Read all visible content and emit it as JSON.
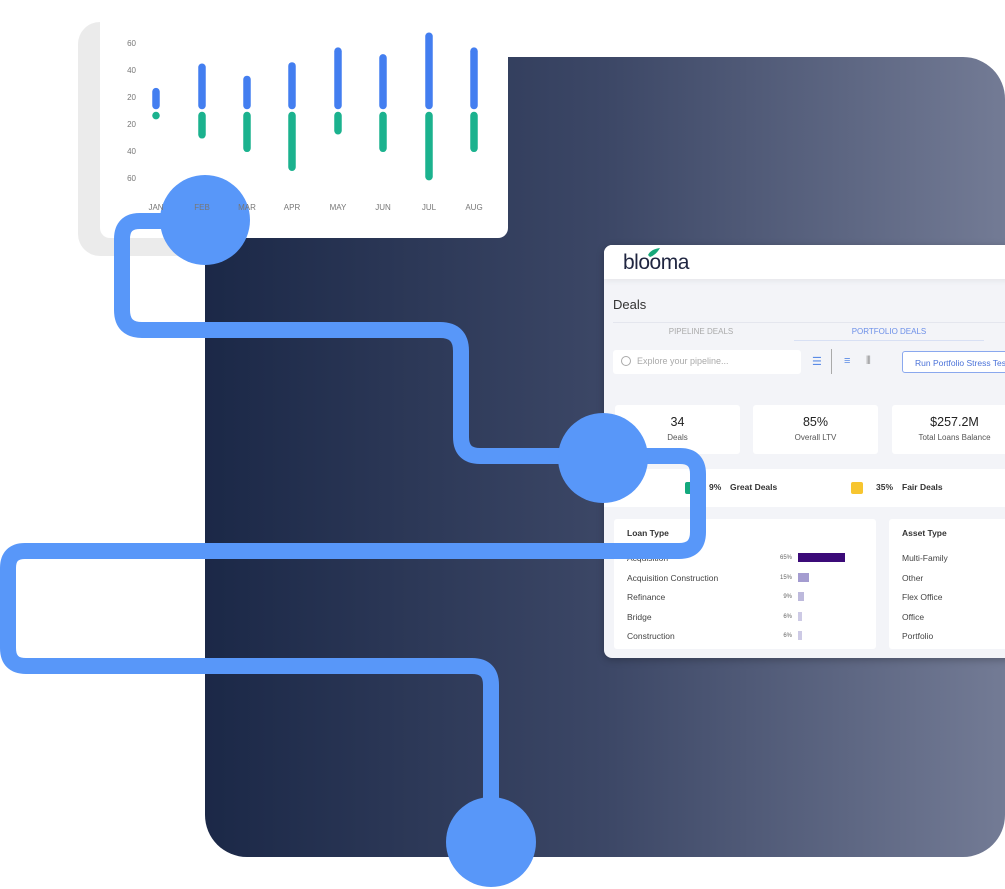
{
  "chart_data": {
    "type": "bar",
    "categories": [
      "JAN",
      "FEB",
      "MAR",
      "APR",
      "MAY",
      "JUN",
      "JUL",
      "AUG"
    ],
    "series": [
      {
        "values": [
          14,
          32,
          23,
          33,
          44,
          39,
          55,
          44
        ],
        "color": "#437ef0"
      },
      {
        "values": [
          -3,
          -18,
          -28,
          -42,
          -15,
          -28,
          -49,
          -28
        ],
        "color": "#1bb28e"
      }
    ],
    "y_tick_labels": [
      "60",
      "40",
      "20",
      "20",
      "40",
      "60"
    ],
    "ylim": [
      -60,
      60
    ],
    "grid": false
  },
  "dashboard": {
    "logo": "blooma",
    "title": "Deals",
    "tabs": [
      "PIPELINE DEALS",
      "PORTFOLIO DEALS"
    ],
    "active_tab": "PORTFOLIO DEALS",
    "search_placeholder": "Explore your pipeline...",
    "stress_button": "Run Portfolio Stress Test",
    "stats": [
      {
        "value": "34",
        "label": "Deals"
      },
      {
        "value": "85%",
        "label": "Overall LTV"
      },
      {
        "value": "$257.2M",
        "label": "Total Loans Balance"
      }
    ],
    "distribution": [
      {
        "pct": "9%",
        "label": "Great Deals",
        "color": "#13a97d"
      },
      {
        "pct": "35%",
        "label": "Fair Deals",
        "color": "#f7c52f"
      }
    ],
    "loan_type": {
      "title": "Loan Type",
      "rows": [
        {
          "label": "Acquisition",
          "pct": "65%",
          "value": 65,
          "color": "#3b0a78"
        },
        {
          "label": "Acquisition Construction",
          "pct": "15%",
          "value": 15,
          "color": "#a49cd0"
        },
        {
          "label": "Refinance",
          "pct": "9%",
          "value": 9,
          "color": "#bdb9dc"
        },
        {
          "label": "Bridge",
          "pct": "6%",
          "value": 6,
          "color": "#cdcae5"
        },
        {
          "label": "Construction",
          "pct": "6%",
          "value": 6,
          "color": "#cdcae5"
        }
      ]
    },
    "asset_type": {
      "title": "Asset Type",
      "rows": [
        "Multi-Family",
        "Other",
        "Flex Office",
        "Office",
        "Portfolio"
      ]
    }
  },
  "colors": {
    "connector": "#5897f9",
    "background_dark": "#1b2847"
  }
}
